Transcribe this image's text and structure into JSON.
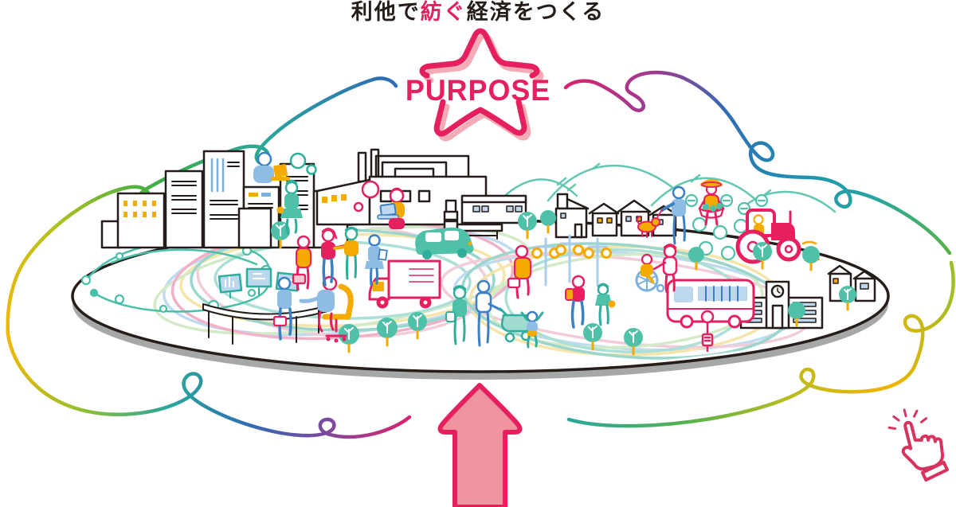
{
  "header": {
    "title": "利他で紡ぐ経済をつくる",
    "title_pre": "利他で",
    "title_highlight": "紡ぐ",
    "title_post": "経済をつくる"
  },
  "purpose": {
    "label": "PURPOSE"
  },
  "icons": {
    "tap_cursor": "pointing-hand-tap",
    "star": "purpose-star",
    "arrow": "upward-arrow"
  },
  "palette": {
    "crimson": "#e6205f",
    "salmon_fill": "#f0949f",
    "star_shadow": "#f3abb5",
    "ink": "#241d1a",
    "platform_shadow": "#a6a7a7",
    "teal": "#2fae9b",
    "teal_fill": "#4fc1a8",
    "mountain_teal": "#63c7b2",
    "yellow": "#f5aa00",
    "blue": "#3b7fc4",
    "light_blue": "#8fbce4",
    "pale_blue": "#bcd7ee",
    "pastel_ribbons": [
      "#b9d8ef",
      "#f4e3a1",
      "#f2c7d6",
      "#cfe8c3",
      "#a3dcd1",
      "#f0a9c2",
      "#8fd2c6"
    ],
    "swirl_gradient": [
      "#2e6db5",
      "#2aa79b",
      "#3fae49",
      "#f2b705",
      "#7a4b9d",
      "#d9246e"
    ]
  }
}
